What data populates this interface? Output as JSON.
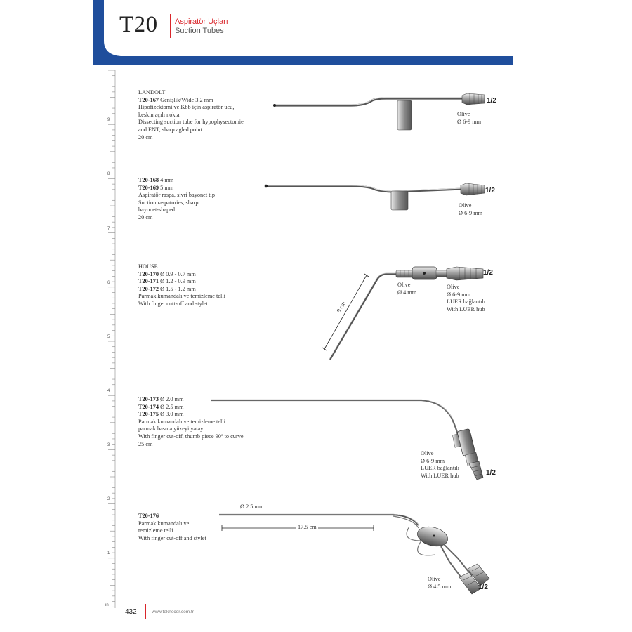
{
  "header": {
    "section": "T20",
    "subtitle_tr": "Aspiratör Uçları",
    "subtitle_en": "Suction Tubes"
  },
  "ruler": {
    "labels": [
      "9",
      "8",
      "7",
      "6",
      "5",
      "4",
      "3",
      "2",
      "1",
      "in"
    ]
  },
  "products": [
    {
      "lines": [
        {
          "text": "LANDOLT"
        },
        {
          "code": "T20-167",
          "text": "  Genişlik/Wide 3.2 mm"
        },
        {
          "text": "Hipofizektomi ve Kbb için aspiratör ucu,"
        },
        {
          "text": "keskin açılı nokta"
        },
        {
          "text": "Dissecting suction tube for hypophysectomie"
        },
        {
          "text": "and ENT, sharp agled point"
        },
        {
          "text": "20 cm"
        }
      ],
      "labels": [
        "Olive",
        "Ø 6-9 mm"
      ],
      "scale": "1/2"
    },
    {
      "lines": [
        {
          "code": "T20-168",
          "text": "   4 mm"
        },
        {
          "code": "T20-169",
          "text": "   5 mm"
        },
        {
          "text": "Aspiratör raspa, sivri bayonet tip"
        },
        {
          "text": "Suction raspatories, sharp"
        },
        {
          "text": "bayonet-shaped"
        },
        {
          "text": "20 cm"
        }
      ],
      "labels": [
        "Olive",
        "Ø 6-9 mm"
      ],
      "scale": "1/2"
    },
    {
      "lines": [
        {
          "text": "HOUSE"
        },
        {
          "code": "T20-170",
          "text": "  Ø 0.9 - 0.7 mm"
        },
        {
          "code": "T20-171",
          "text": "  Ø 1.2 - 0.9 mm"
        },
        {
          "code": "T20-172",
          "text": "  Ø 1.5 - 1.2 mm"
        },
        {
          "text": "Parmak kumandalı ve temizleme telli"
        },
        {
          "text": "With finger cutt-off and stylet"
        }
      ],
      "labels_a": [
        "Olive",
        "Ø 4 mm"
      ],
      "labels_b": [
        "Olive",
        "Ø 6-9 mm",
        "LUER bağlantılı",
        "With LUER hub"
      ],
      "dimension": "9 cm",
      "scale": "1/2"
    },
    {
      "lines": [
        {
          "code": "T20-173",
          "text": "  Ø 2.0 mm"
        },
        {
          "code": "T20-174",
          "text": "  Ø 2.5 mm"
        },
        {
          "code": "T20-175",
          "text": "  Ø 3.0 mm"
        },
        {
          "text": "Parmak kumandalı ve temizleme telli"
        },
        {
          "text": "parmak basma yüzeyi yatay"
        },
        {
          "text": "With finger cut-off, thumb piece 90º to curve"
        },
        {
          "text": "25 cm"
        }
      ],
      "labels": [
        "Olive",
        "Ø 6-9 mm",
        "LUER bağlantılı",
        "With LUER hub"
      ],
      "scale": "1/2"
    },
    {
      "lines": [
        {
          "code": "T20-176",
          "text": ""
        },
        {
          "text": "Parmak kumandalı ve"
        },
        {
          "text": "temizleme telli"
        },
        {
          "text": "With finger cut-off and  stylet"
        }
      ],
      "diameter": "Ø 2.5 mm",
      "length": "17.5 cm",
      "labels": [
        "Olive",
        "Ø 4.5 mm"
      ],
      "scale": "1/2"
    }
  ],
  "footer": {
    "page": "432",
    "url": "www.teknocer.com.tr"
  },
  "colors": {
    "accent_blue": "#1f4e9c",
    "accent_red": "#d9262b"
  }
}
